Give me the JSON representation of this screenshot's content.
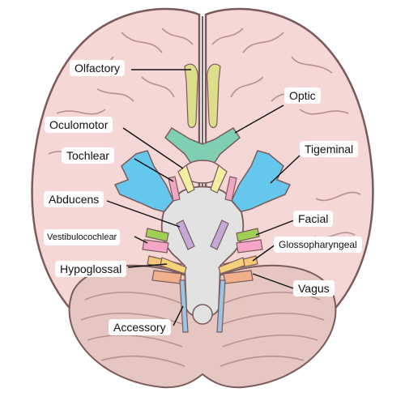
{
  "diagram": {
    "labels": {
      "olfactory": "Olfactory",
      "optic": "Optic",
      "oculomotor": "Oculomotor",
      "trochlear": "Tochlear",
      "trigeminal": "Tigeminal",
      "abducens": "Abducens",
      "facial": "Facial",
      "vestibulocochlear": "Vestibulocochlear",
      "glossopharyngeal": "Glossopharyngeal",
      "hypoglossal": "Hypoglossal",
      "vagus": "Vagus",
      "accessory": "Accessory"
    }
  },
  "colors": {
    "brain_fill": "#f5d7d5",
    "brain_outline": "#7a5a5a",
    "gyri_line": "#b89090",
    "brainstem": "#e2e2e2",
    "cerebellum": "#e6c6c0",
    "olfactory": "#dede8a",
    "optic": "#7fcfb2",
    "oculomotor": "#f2f0a0",
    "trochlear": "#f0a7c5",
    "trigeminal": "#66c7ee",
    "abducens": "#c2a9d8",
    "facial": "#9fcf55",
    "vestibulocochlear": "#f5a6c8",
    "glossopharyngeal": "#f7c77a",
    "vagus": "#f1b08c",
    "hypoglossal": "#f3d27a",
    "accessory": "#9ec4e3"
  }
}
